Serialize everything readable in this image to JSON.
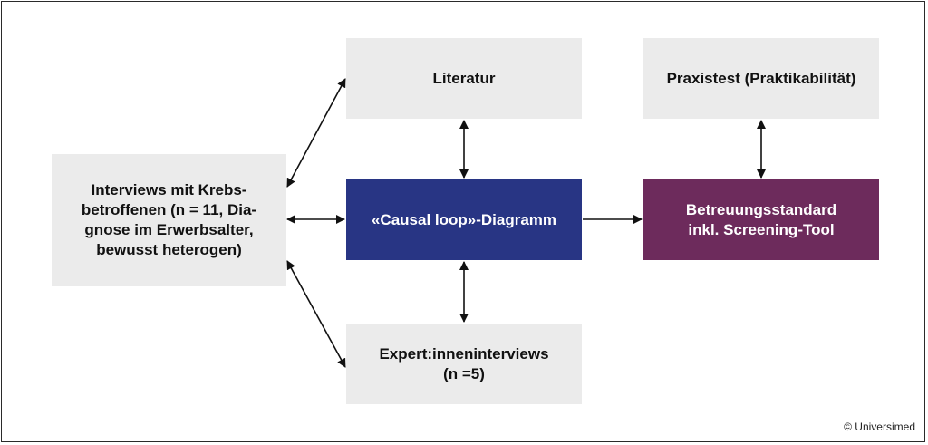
{
  "nodes": {
    "interviews": "Interviews mit Krebs-\nbetroffenen (n = 11, Dia-\ngnose im Erwerbsalter,\nbewusst heterogen)",
    "literatur": "Literatur",
    "causal_loop": "«Causal loop»-Diagramm",
    "expert": "Expert:inneninterviews\n(n =5)",
    "praxistest": "Praxistest (Praktikabilität)",
    "betreuung": "Betreuungsstandard\ninkl. Screening-Tool"
  },
  "colors": {
    "box_grey": "#ebebeb",
    "causal_loop_blue": "#283584",
    "betreuung_purple": "#6d2b5c"
  },
  "copyright": "© Universimed"
}
